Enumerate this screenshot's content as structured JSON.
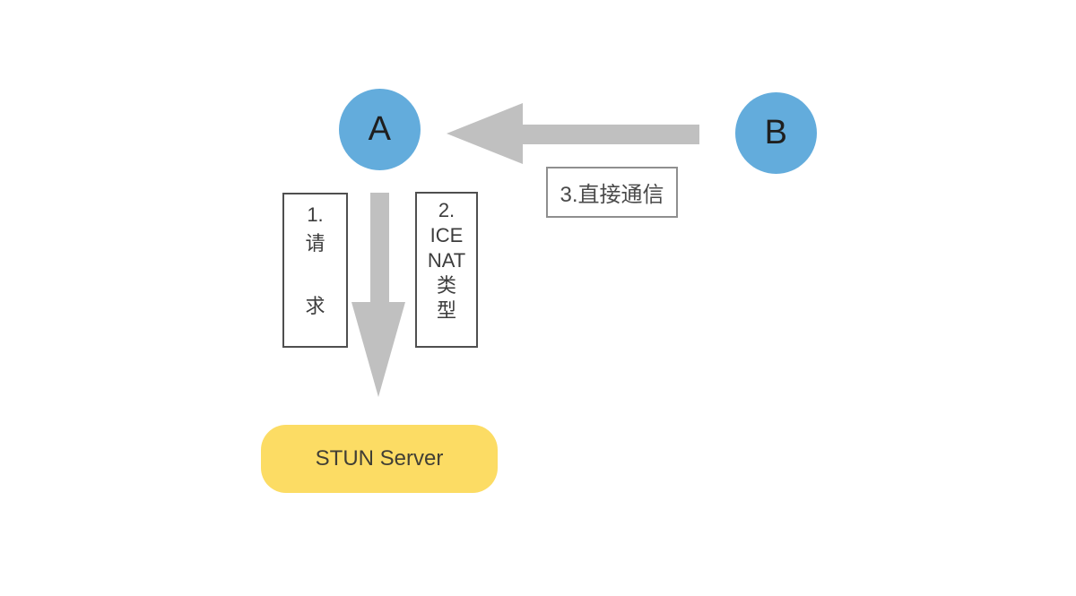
{
  "diagram": {
    "node_a": {
      "label": "A"
    },
    "node_b": {
      "label": "B"
    },
    "direct_comm_label": "3.直接通信",
    "request_box": {
      "lines": [
        "1.",
        "请",
        "求"
      ]
    },
    "ice_nat_box": {
      "lines": [
        "2.",
        "ICE",
        "NAT",
        "类",
        "型"
      ]
    },
    "stun_server": {
      "label": "STUN Server"
    },
    "colors": {
      "node_fill": "#63ACDC",
      "arrow": "#C0C0C0",
      "stun_fill": "#FCDC64"
    }
  }
}
